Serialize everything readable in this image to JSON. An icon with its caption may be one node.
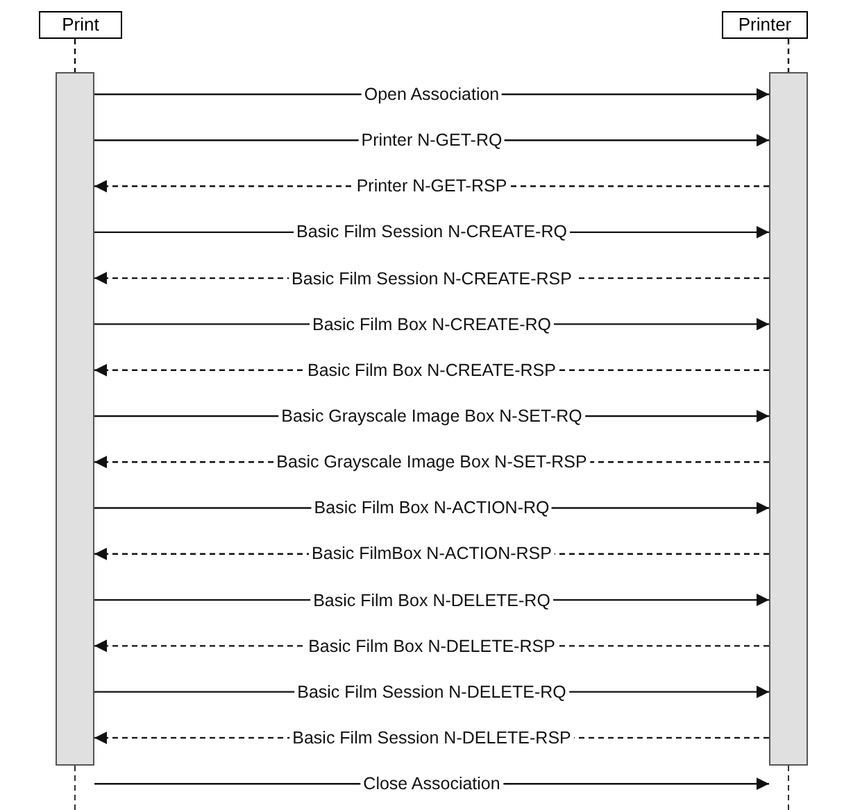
{
  "diagram": {
    "nodes": [
      {
        "text": [
          "Print"
        ]
      },
      {
        "text": [
          "Printer"
        ]
      },
      {
        "text": [],
        "shape": "bar"
      },
      {
        "text": [],
        "shape": "bar"
      }
    ],
    "edges": [
      {
        "from": 0,
        "to": 2,
        "arrow": "none",
        "style": "dashed"
      },
      {
        "from": 1,
        "to": 3,
        "arrow": "none",
        "style": "dashed"
      },
      {
        "from": 2,
        "to": 3,
        "arrow": "to",
        "label": "Open Association"
      },
      {
        "from": 2,
        "to": 3,
        "arrow": "to",
        "label": "Printer N-GET-RQ"
      },
      {
        "from": 3,
        "to": 2,
        "arrow": "to",
        "label": "Printer N-GET-RSP",
        "style": "dashed"
      },
      {
        "from": 2,
        "to": 3,
        "arrow": "to",
        "label": "Basic Film Session N-CREATE-RQ"
      },
      {
        "from": 3,
        "to": 2,
        "arrow": "to",
        "label": "Basic Film Session N-CREATE-RSP",
        "style": "dashed"
      },
      {
        "from": 2,
        "to": 3,
        "arrow": "to",
        "label": "Basic Film Box N-CREATE-RQ"
      },
      {
        "from": 3,
        "to": 2,
        "arrow": "to",
        "label": "Basic Film Box N-CREATE-RSP",
        "style": "dashed"
      },
      {
        "from": 2,
        "to": 3,
        "arrow": "to",
        "label": "Basic Grayscale Image Box N-SET-RQ"
      },
      {
        "from": 3,
        "to": 2,
        "arrow": "to",
        "label": "Basic Grayscale Image Box N-SET-RSP",
        "style": "dashed"
      },
      {
        "from": 2,
        "to": 3,
        "arrow": "to",
        "label": "Basic Film Box N-ACTION-RQ"
      },
      {
        "from": 3,
        "to": 2,
        "arrow": "to",
        "label": "Basic FilmBox N-ACTION-RSP",
        "style": "dashed"
      },
      {
        "from": 2,
        "to": 3,
        "arrow": "to",
        "label": "Basic Film Box N-DELETE-RQ"
      },
      {
        "from": 3,
        "to": 2,
        "arrow": "to",
        "label": "Basic Film Box N-DELETE-RSP",
        "style": "dashed"
      },
      {
        "from": 2,
        "to": 3,
        "arrow": "to",
        "label": "Basic Film Session N-DELETE-RQ"
      },
      {
        "from": 3,
        "to": 2,
        "arrow": "to",
        "label": "Basic Film Session N-DELETE-RSP",
        "style": "dashed"
      },
      {
        "from": 2,
        "to": 3,
        "arrow": "to",
        "label": "Close Association"
      }
    ]
  }
}
